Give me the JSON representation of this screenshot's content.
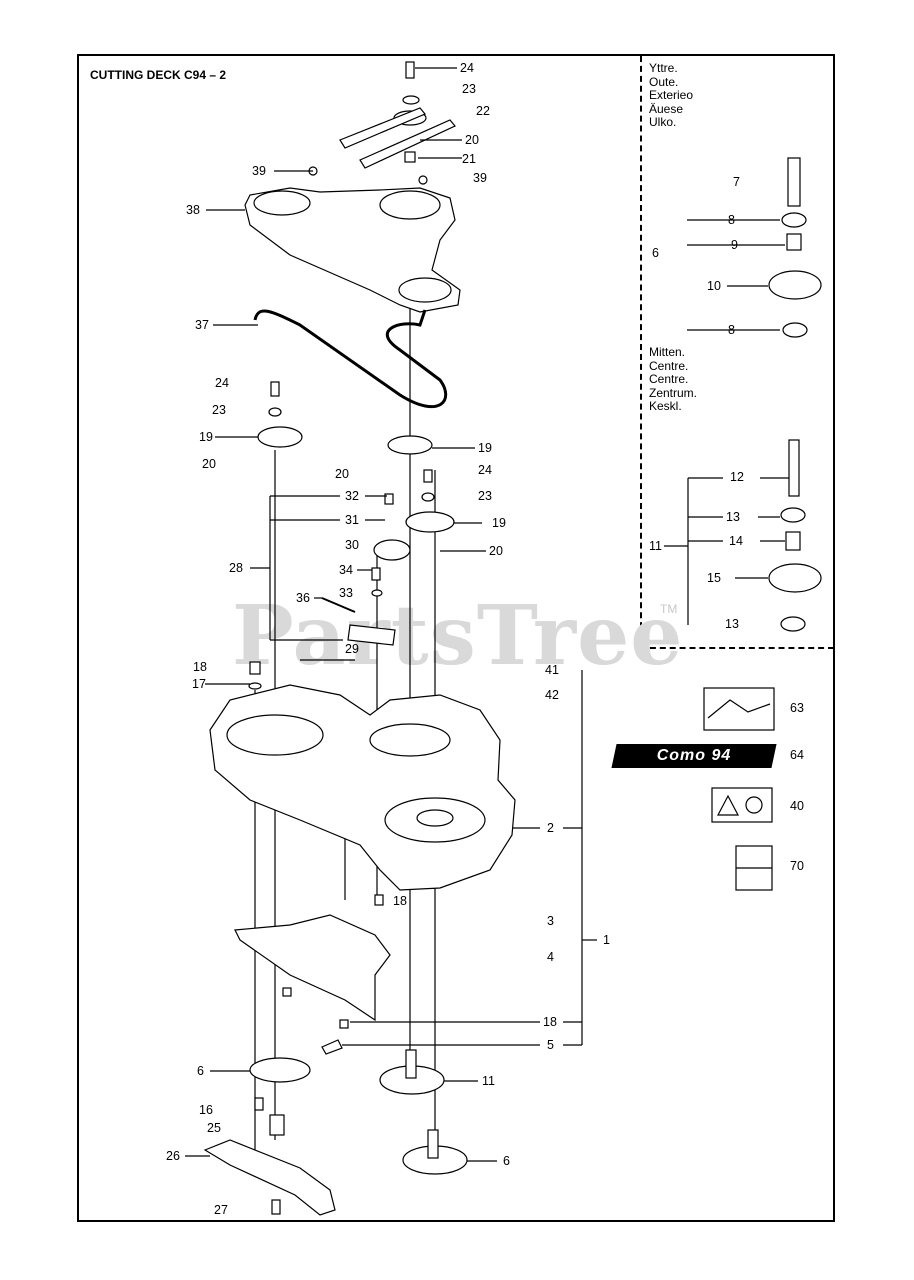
{
  "title": "CUTTING DECK C94 – 2",
  "watermark": "PartsTree",
  "watermark_tm": "TM",
  "decal_text": "Como 94",
  "inset_outer": [
    "Yttre.",
    "Oute.",
    "Exterieo",
    "Äuese",
    "Ulko."
  ],
  "inset_center": [
    "Mitten.",
    "Centre.",
    "Centre.",
    "Zentrum.",
    "Keskl."
  ],
  "labels": [
    {
      "id": "l24a",
      "t": "24"
    },
    {
      "id": "l23a",
      "t": "23"
    },
    {
      "id": "l22",
      "t": "22"
    },
    {
      "id": "l20a",
      "t": "20"
    },
    {
      "id": "l21",
      "t": "21"
    },
    {
      "id": "l39a",
      "t": "39"
    },
    {
      "id": "l39b",
      "t": "39"
    },
    {
      "id": "l38",
      "t": "38"
    },
    {
      "id": "l37",
      "t": "37"
    },
    {
      "id": "l24b",
      "t": "24"
    },
    {
      "id": "l23b",
      "t": "23"
    },
    {
      "id": "l19a",
      "t": "19"
    },
    {
      "id": "l20b",
      "t": "20"
    },
    {
      "id": "l19b",
      "t": "19"
    },
    {
      "id": "l20c",
      "t": "20"
    },
    {
      "id": "l24c",
      "t": "24"
    },
    {
      "id": "l23c",
      "t": "23"
    },
    {
      "id": "l32",
      "t": "32"
    },
    {
      "id": "l31",
      "t": "31"
    },
    {
      "id": "l19c",
      "t": "19"
    },
    {
      "id": "l30",
      "t": "30"
    },
    {
      "id": "l20d",
      "t": "20"
    },
    {
      "id": "l28",
      "t": "28"
    },
    {
      "id": "l34",
      "t": "34"
    },
    {
      "id": "l33",
      "t": "33"
    },
    {
      "id": "l36",
      "t": "36"
    },
    {
      "id": "l29",
      "t": "29"
    },
    {
      "id": "l18a",
      "t": "18"
    },
    {
      "id": "l17",
      "t": "17"
    },
    {
      "id": "l41",
      "t": "41"
    },
    {
      "id": "l42",
      "t": "42"
    },
    {
      "id": "l2",
      "t": "2"
    },
    {
      "id": "l18b",
      "t": "18"
    },
    {
      "id": "l3",
      "t": "3"
    },
    {
      "id": "l1",
      "t": "1"
    },
    {
      "id": "l4",
      "t": "4"
    },
    {
      "id": "l18c",
      "t": "18"
    },
    {
      "id": "l5",
      "t": "5"
    },
    {
      "id": "l6a",
      "t": "6"
    },
    {
      "id": "l11a",
      "t": "11"
    },
    {
      "id": "l16",
      "t": "16"
    },
    {
      "id": "l25",
      "t": "25"
    },
    {
      "id": "l26",
      "t": "26"
    },
    {
      "id": "l6b",
      "t": "6"
    },
    {
      "id": "l27",
      "t": "27"
    },
    {
      "id": "l7",
      "t": "7"
    },
    {
      "id": "l8a",
      "t": "8"
    },
    {
      "id": "l9",
      "t": "9"
    },
    {
      "id": "l6c",
      "t": "6"
    },
    {
      "id": "l10",
      "t": "10"
    },
    {
      "id": "l8b",
      "t": "8"
    },
    {
      "id": "l12",
      "t": "12"
    },
    {
      "id": "l13a",
      "t": "13"
    },
    {
      "id": "l11b",
      "t": "11"
    },
    {
      "id": "l14",
      "t": "14"
    },
    {
      "id": "l15",
      "t": "15"
    },
    {
      "id": "l13b",
      "t": "13"
    },
    {
      "id": "l63",
      "t": "63"
    },
    {
      "id": "l64",
      "t": "64"
    },
    {
      "id": "l40",
      "t": "40"
    },
    {
      "id": "l70",
      "t": "70"
    }
  ]
}
